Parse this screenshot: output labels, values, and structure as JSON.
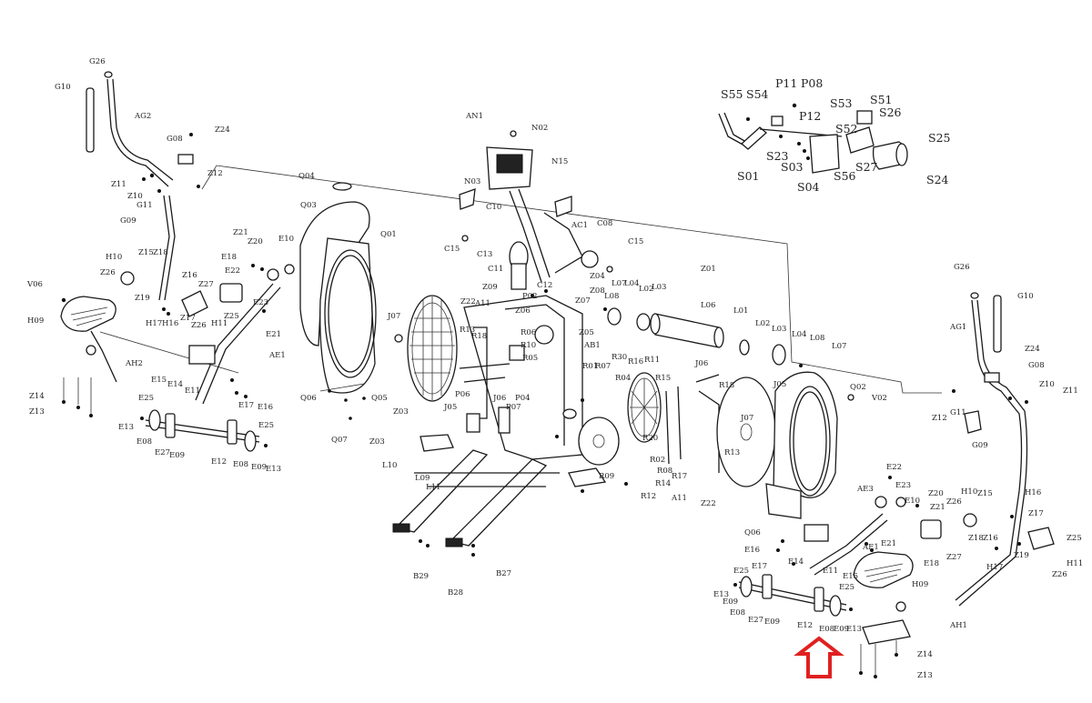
{
  "diagram": {
    "arrow_color": "#e02020",
    "labels": [
      {
        "id": "g26-l",
        "text": "G26"
      },
      {
        "id": "g10-l",
        "text": "G10"
      },
      {
        "id": "ag2",
        "text": "AG2"
      },
      {
        "id": "g08-l",
        "text": "G08"
      },
      {
        "id": "z24-l",
        "text": "Z24"
      },
      {
        "id": "z11-l",
        "text": "Z11"
      },
      {
        "id": "z12-l",
        "text": "Z12"
      },
      {
        "id": "z10-l",
        "text": "Z10"
      },
      {
        "id": "g11-l",
        "text": "G11"
      },
      {
        "id": "g09-l",
        "text": "G09"
      },
      {
        "id": "h10-l",
        "text": "H10"
      },
      {
        "id": "z15-l",
        "text": "Z15"
      },
      {
        "id": "z18-l",
        "text": "Z18"
      },
      {
        "id": "z26-l",
        "text": "Z26"
      },
      {
        "id": "z16-l",
        "text": "Z16"
      },
      {
        "id": "z19-l",
        "text": "Z19"
      },
      {
        "id": "h17-l",
        "text": "H17"
      },
      {
        "id": "h16-l",
        "text": "H16"
      },
      {
        "id": "z17-l",
        "text": "Z17"
      },
      {
        "id": "z26b-l",
        "text": "Z26"
      },
      {
        "id": "h11-l",
        "text": "H11"
      },
      {
        "id": "e18-l",
        "text": "E18"
      },
      {
        "id": "z27-l",
        "text": "Z27"
      },
      {
        "id": "z21-l",
        "text": "Z21"
      },
      {
        "id": "z20-l",
        "text": "Z20"
      },
      {
        "id": "e10-l",
        "text": "E10"
      },
      {
        "id": "e22-l",
        "text": "E22"
      },
      {
        "id": "e23-l",
        "text": "E23"
      },
      {
        "id": "z25-l",
        "text": "Z25"
      },
      {
        "id": "e21-l",
        "text": "E21"
      },
      {
        "id": "ae1-l",
        "text": "AE1"
      },
      {
        "id": "v06-l",
        "text": "V06"
      },
      {
        "id": "h09-l",
        "text": "H09"
      },
      {
        "id": "ah2-l",
        "text": "AH2"
      },
      {
        "id": "e15-l",
        "text": "E15"
      },
      {
        "id": "e14-l",
        "text": "E14"
      },
      {
        "id": "e11-l",
        "text": "E11"
      },
      {
        "id": "e17-l",
        "text": "E17"
      },
      {
        "id": "e16-l",
        "text": "E16"
      },
      {
        "id": "z14-l",
        "text": "Z14"
      },
      {
        "id": "z13-l",
        "text": "Z13"
      },
      {
        "id": "e25-l",
        "text": "E25"
      },
      {
        "id": "e25b-l",
        "text": "E25"
      },
      {
        "id": "e13-l",
        "text": "E13"
      },
      {
        "id": "e08-l",
        "text": "E08"
      },
      {
        "id": "e27-l",
        "text": "E27"
      },
      {
        "id": "e09-l",
        "text": "E09"
      },
      {
        "id": "e12-l",
        "text": "E12"
      },
      {
        "id": "e08b-l",
        "text": "E08"
      },
      {
        "id": "e09b-l",
        "text": "E09"
      },
      {
        "id": "e13b-l",
        "text": "E13"
      },
      {
        "id": "q04-l",
        "text": "Q04"
      },
      {
        "id": "q03-l",
        "text": "Q03"
      },
      {
        "id": "q01-l",
        "text": "Q01"
      },
      {
        "id": "j07-l",
        "text": "J07"
      },
      {
        "id": "q06-l",
        "text": "Q06"
      },
      {
        "id": "q05-l",
        "text": "Q05"
      },
      {
        "id": "q07-l",
        "text": "Q07"
      },
      {
        "id": "j05-l",
        "text": "J05"
      },
      {
        "id": "an1-l",
        "text": "AN1"
      },
      {
        "id": "n02-l",
        "text": "N02"
      },
      {
        "id": "n03-l",
        "text": "N03"
      },
      {
        "id": "n15-l",
        "text": "N15"
      },
      {
        "id": "c10-l",
        "text": "C10"
      },
      {
        "id": "ac1-l",
        "text": "AC1"
      },
      {
        "id": "c08-l",
        "text": "C08"
      },
      {
        "id": "c15-l",
        "text": "C15"
      },
      {
        "id": "c15b-l",
        "text": "C15"
      },
      {
        "id": "c13-l",
        "text": "C13"
      },
      {
        "id": "c11-l",
        "text": "C11"
      },
      {
        "id": "c12-l",
        "text": "C12"
      },
      {
        "id": "p02-l",
        "text": "P02"
      },
      {
        "id": "z06-l",
        "text": "Z06"
      },
      {
        "id": "z04-l",
        "text": "Z04"
      },
      {
        "id": "z08-l",
        "text": "Z08"
      },
      {
        "id": "z07-l",
        "text": "Z07"
      },
      {
        "id": "z09-l",
        "text": "Z09"
      },
      {
        "id": "z22-l",
        "text": "Z22"
      },
      {
        "id": "a11-l",
        "text": "A11"
      },
      {
        "id": "r13-l",
        "text": "R13"
      },
      {
        "id": "r18-l",
        "text": "R18"
      },
      {
        "id": "r06-l",
        "text": "R06"
      },
      {
        "id": "r10-l",
        "text": "R10"
      },
      {
        "id": "r05-l",
        "text": "R05"
      },
      {
        "id": "ab1-l",
        "text": "AB1"
      },
      {
        "id": "z05-l",
        "text": "Z05"
      },
      {
        "id": "l08-l",
        "text": "L08"
      },
      {
        "id": "l07-l",
        "text": "L07"
      },
      {
        "id": "l04-l",
        "text": "L04"
      },
      {
        "id": "l02-l",
        "text": "L02"
      },
      {
        "id": "l03-l",
        "text": "L03"
      },
      {
        "id": "z01-l",
        "text": "Z01"
      },
      {
        "id": "l06-l",
        "text": "L06"
      },
      {
        "id": "l01-l",
        "text": "L01"
      },
      {
        "id": "l02b-l",
        "text": "L02"
      },
      {
        "id": "l03b-l",
        "text": "L03"
      },
      {
        "id": "l04b-l",
        "text": "L04"
      },
      {
        "id": "l08b-l",
        "text": "L08"
      },
      {
        "id": "l07b-l",
        "text": "L07"
      },
      {
        "id": "j06-l",
        "text": "J06"
      },
      {
        "id": "r01-l",
        "text": "R01"
      },
      {
        "id": "r07-l",
        "text": "R07"
      },
      {
        "id": "r16-l",
        "text": "R16"
      },
      {
        "id": "r11-l",
        "text": "R11"
      },
      {
        "id": "r04-l",
        "text": "R04"
      },
      {
        "id": "r30-l",
        "text": "R30"
      },
      {
        "id": "r15-l",
        "text": "R15"
      },
      {
        "id": "p06-l",
        "text": "P06"
      },
      {
        "id": "j06b-l",
        "text": "J06"
      },
      {
        "id": "p04-l",
        "text": "P04"
      },
      {
        "id": "p07-l",
        "text": "P07"
      },
      {
        "id": "r09-l",
        "text": "R09"
      },
      {
        "id": "r20-l",
        "text": "R20"
      },
      {
        "id": "r02-l",
        "text": "R02"
      },
      {
        "id": "r08-l",
        "text": "R08"
      },
      {
        "id": "r14-l",
        "text": "R14"
      },
      {
        "id": "r12-l",
        "text": "R12"
      },
      {
        "id": "r17-l",
        "text": "R17"
      },
      {
        "id": "r18b-l",
        "text": "R18"
      },
      {
        "id": "r13b-l",
        "text": "R13"
      },
      {
        "id": "a11b-l",
        "text": "A11"
      },
      {
        "id": "z22b-l",
        "text": "Z22"
      },
      {
        "id": "j05b-l",
        "text": "J05"
      },
      {
        "id": "j07b-l",
        "text": "J07"
      },
      {
        "id": "q02-l",
        "text": "Q02"
      },
      {
        "id": "v02-l",
        "text": "V02"
      },
      {
        "id": "q06b-l",
        "text": "Q06"
      },
      {
        "id": "z03-l",
        "text": "Z03"
      },
      {
        "id": "z03b-l",
        "text": "Z03"
      },
      {
        "id": "l10-l",
        "text": "L10"
      },
      {
        "id": "l09-l",
        "text": "L09"
      },
      {
        "id": "l11-l",
        "text": "L11"
      },
      {
        "id": "b29-l",
        "text": "B29"
      },
      {
        "id": "b28-l",
        "text": "B28"
      },
      {
        "id": "b27-l",
        "text": "B27"
      },
      {
        "id": "ae3-l",
        "text": "AE3"
      },
      {
        "id": "e22b-l",
        "text": "E22"
      },
      {
        "id": "e23b-l",
        "text": "E23"
      },
      {
        "id": "e10b-l",
        "text": "E10"
      },
      {
        "id": "z20b-l",
        "text": "Z20"
      },
      {
        "id": "z21b-l",
        "text": "Z21"
      },
      {
        "id": "e21b-l",
        "text": "E21"
      },
      {
        "id": "e16b-l",
        "text": "E16"
      },
      {
        "id": "e17b-l",
        "text": "E17"
      },
      {
        "id": "e14b-l",
        "text": "E14"
      },
      {
        "id": "e11b-l",
        "text": "E11"
      },
      {
        "id": "e15b-l",
        "text": "E15"
      },
      {
        "id": "ae1b-l",
        "text": "AE1"
      },
      {
        "id": "e18b-l",
        "text": "E18"
      },
      {
        "id": "z27b-l",
        "text": "Z27"
      },
      {
        "id": "e25c-l",
        "text": "E25"
      },
      {
        "id": "e13c-l",
        "text": "E13"
      },
      {
        "id": "e09c-l",
        "text": "E09"
      },
      {
        "id": "e08c-l",
        "text": "E08"
      },
      {
        "id": "e27b-l",
        "text": "E27"
      },
      {
        "id": "e09d-l",
        "text": "E09"
      },
      {
        "id": "e12b-l",
        "text": "E12"
      },
      {
        "id": "e08d-l",
        "text": "E08"
      },
      {
        "id": "e09e-l",
        "text": "E09"
      },
      {
        "id": "e13d-l",
        "text": "E13"
      },
      {
        "id": "e25d-l",
        "text": "E25"
      },
      {
        "id": "h09b-l",
        "text": "H09"
      },
      {
        "id": "ah1-l",
        "text": "AH1"
      },
      {
        "id": "z14b-l",
        "text": "Z14"
      },
      {
        "id": "z13b-l",
        "text": "Z13"
      },
      {
        "id": "g26b-l",
        "text": "G26"
      },
      {
        "id": "g10b-l",
        "text": "G10"
      },
      {
        "id": "ag1-l",
        "text": "AG1"
      },
      {
        "id": "z24b-l",
        "text": "Z24"
      },
      {
        "id": "g08b-l",
        "text": "G08"
      },
      {
        "id": "z10b-l",
        "text": "Z10"
      },
      {
        "id": "z11b-l",
        "text": "Z11"
      },
      {
        "id": "z12b-l",
        "text": "Z12"
      },
      {
        "id": "g11b-l",
        "text": "G11"
      },
      {
        "id": "g09b-l",
        "text": "G09"
      },
      {
        "id": "h10b-l",
        "text": "H10"
      },
      {
        "id": "z15b-l",
        "text": "Z15"
      },
      {
        "id": "h16b-l",
        "text": "H16"
      },
      {
        "id": "z17b-l",
        "text": "Z17"
      },
      {
        "id": "z26c-l",
        "text": "Z26"
      },
      {
        "id": "z18b-l",
        "text": "Z18"
      },
      {
        "id": "z16b-l",
        "text": "Z16"
      },
      {
        "id": "z19b-l",
        "text": "Z19"
      },
      {
        "id": "h17b-l",
        "text": "H17"
      },
      {
        "id": "z25b-l",
        "text": "Z25"
      },
      {
        "id": "h11b-l",
        "text": "H11"
      },
      {
        "id": "z26d-l",
        "text": "Z26"
      },
      {
        "id": "s55-l",
        "text": "S55"
      },
      {
        "id": "s54-l",
        "text": "S54"
      },
      {
        "id": "p11-l",
        "text": "P11"
      },
      {
        "id": "p08-l",
        "text": "P08"
      },
      {
        "id": "s53-l",
        "text": "S53"
      },
      {
        "id": "s51-l",
        "text": "S51"
      },
      {
        "id": "p12-l",
        "text": "P12"
      },
      {
        "id": "s26-l",
        "text": "S26"
      },
      {
        "id": "s52-l",
        "text": "S52"
      },
      {
        "id": "s25-l",
        "text": "S25"
      },
      {
        "id": "s23-l",
        "text": "S23"
      },
      {
        "id": "s03-l",
        "text": "S03"
      },
      {
        "id": "s27-l",
        "text": "S27"
      },
      {
        "id": "s01-l",
        "text": "S01"
      },
      {
        "id": "s04-l",
        "text": "S04"
      },
      {
        "id": "s56-l",
        "text": "S56"
      },
      {
        "id": "s24-l",
        "text": "S24"
      }
    ]
  }
}
